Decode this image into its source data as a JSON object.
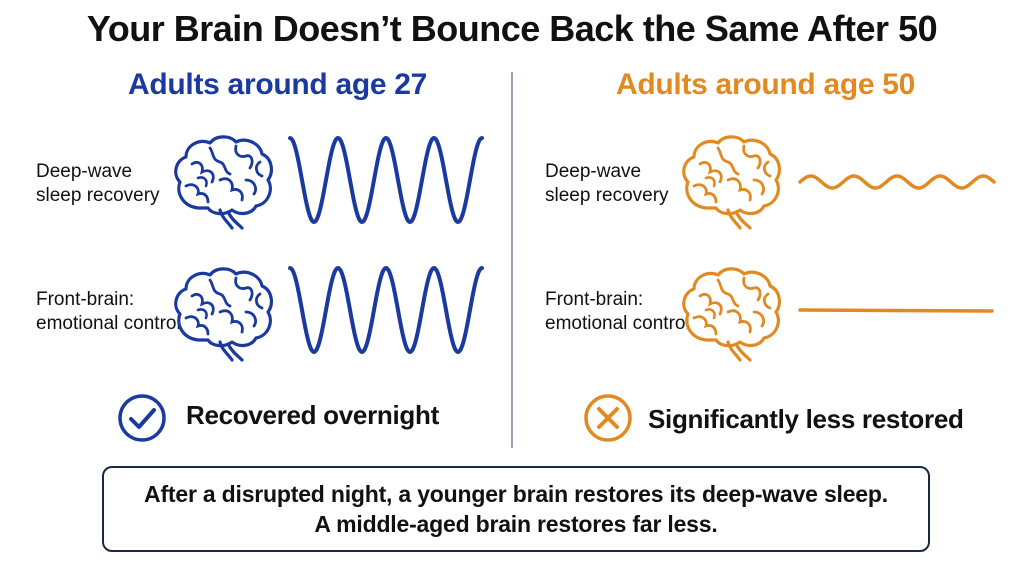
{
  "title": "Your Brain Doesn’t Bounce Back the Same After 50",
  "colors": {
    "young": "#1a3aa0",
    "older": "#e18a22",
    "text": "#111111",
    "divider": "#9aa2ad",
    "box_border": "#1c2744"
  },
  "left": {
    "heading": "Adults around age 27",
    "rows": [
      {
        "label_line1": "Deep-wave",
        "label_line2": "sleep recovery",
        "icon": "brain-icon",
        "wave": "high-amplitude-wave"
      },
      {
        "label_line1": "Front-brain:",
        "label_line2": "emotional control",
        "icon": "brain-icon",
        "wave": "high-amplitude-wave"
      }
    ],
    "status": {
      "icon": "check-circle-icon",
      "text": "Recovered overnight"
    }
  },
  "right": {
    "heading": "Adults around age 50",
    "rows": [
      {
        "label_line1": "Deep-wave",
        "label_line2": "sleep recovery",
        "icon": "brain-icon",
        "wave": "low-amplitude-wave"
      },
      {
        "label_line1": "Front-brain:",
        "label_line2": "emotional control",
        "icon": "brain-icon",
        "wave": "flat-line"
      }
    ],
    "status": {
      "icon": "x-circle-icon",
      "text": "Significantly less restored"
    }
  },
  "caption": {
    "line1": "After a disrupted night, a younger brain restores its deep-wave sleep.",
    "line2": "A middle-aged brain restores far less."
  }
}
